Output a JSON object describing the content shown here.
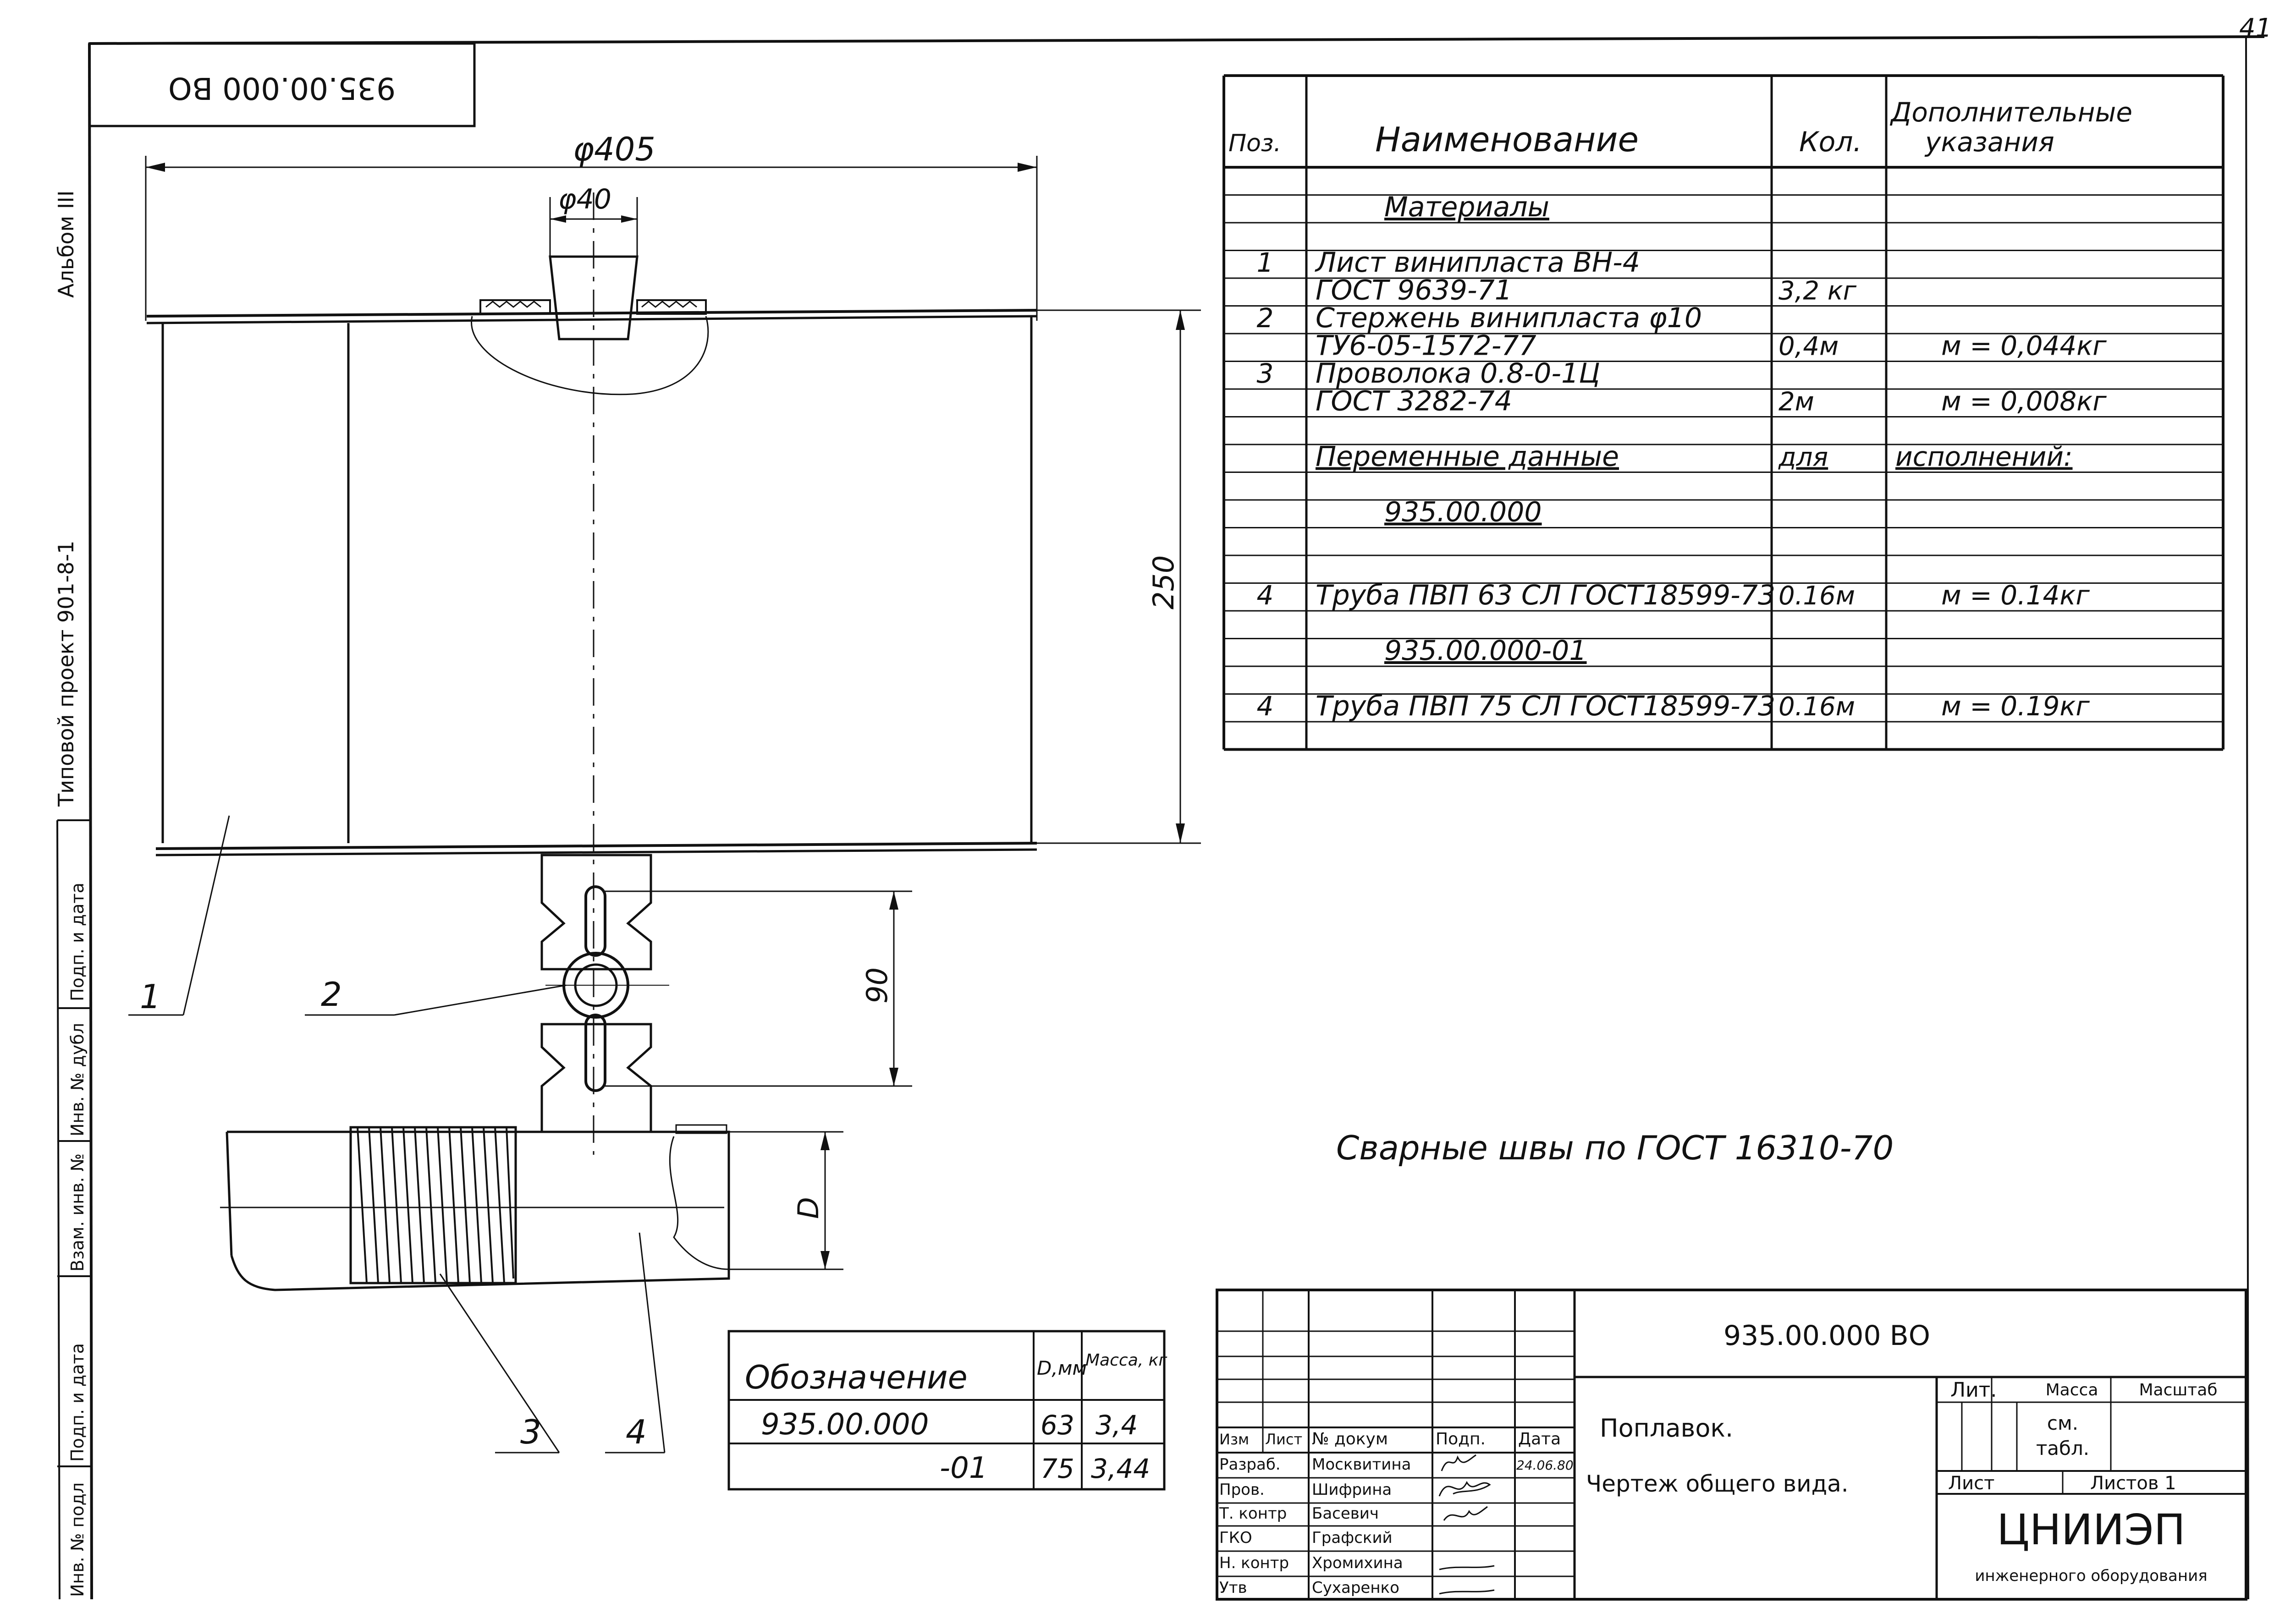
{
  "sheet": {
    "page_number": "41",
    "rotated_code": "935.00.000 ВО",
    "side_text": {
      "album": "Альбом III",
      "project": "Типовой проект 901-8-1",
      "fields": [
        "Подп. и дата",
        "Инв. № дубл",
        "Взам. инв. №",
        "Подп. и дата",
        "Инв. № подл"
      ]
    }
  },
  "drawing": {
    "dim_outer": "φ405",
    "dim_inner": "φ40",
    "dim_height": "250",
    "dim_link": "90",
    "dim_pipe": "D",
    "callouts": [
      "1",
      "2",
      "3",
      "4"
    ]
  },
  "spec_table": {
    "headers": [
      "Поз.",
      "Наименование",
      "Кол.",
      "Дополнительные указания"
    ],
    "rows": [
      {
        "pos": "",
        "name": "",
        "qty": "",
        "note": ""
      },
      {
        "pos": "",
        "name": "Материалы",
        "qty": "",
        "note": "",
        "style": "section"
      },
      {
        "pos": "",
        "name": "",
        "qty": "",
        "note": ""
      },
      {
        "pos": "1",
        "name": "Лист винипласта ВН-4",
        "qty": "",
        "note": ""
      },
      {
        "pos": "",
        "name": "ГОСТ 9639-71",
        "qty": "3,2 кг",
        "note": ""
      },
      {
        "pos": "2",
        "name": "Стержень винипласта φ10",
        "qty": "",
        "note": ""
      },
      {
        "pos": "",
        "name": "ТУ6-05-1572-77",
        "qty": "0,4м",
        "note": "м = 0,044кг"
      },
      {
        "pos": "3",
        "name": "Проволока 0.8-0-1Ц",
        "qty": "",
        "note": ""
      },
      {
        "pos": "",
        "name": "ГОСТ 3282-74",
        "qty": "2м",
        "note": "м = 0,008кг"
      },
      {
        "pos": "",
        "name": "",
        "qty": "",
        "note": ""
      },
      {
        "pos": "",
        "name": "Переменные данные",
        "qty": "для",
        "note": "исполнений:",
        "style": "underline"
      },
      {
        "pos": "",
        "name": "",
        "qty": "",
        "note": ""
      },
      {
        "pos": "",
        "name": "935.00.000",
        "qty": "",
        "note": "",
        "style": "section"
      },
      {
        "pos": "",
        "name": "",
        "qty": "",
        "note": ""
      },
      {
        "pos": "",
        "name": "",
        "qty": "",
        "note": ""
      },
      {
        "pos": "4",
        "name": "Труба ПВП 63 СЛ ГОСТ18599-73",
        "qty": "0.16м",
        "note": "м = 0.14кг"
      },
      {
        "pos": "",
        "name": "",
        "qty": "",
        "note": ""
      },
      {
        "pos": "",
        "name": "935.00.000-01",
        "qty": "",
        "note": "",
        "style": "section"
      },
      {
        "pos": "",
        "name": "",
        "qty": "",
        "note": ""
      },
      {
        "pos": "4",
        "name": "Труба ПВП 75 СЛ ГОСТ18599-73",
        "qty": "0.16м",
        "note": "м = 0.19кг"
      },
      {
        "pos": "",
        "name": "",
        "qty": "",
        "note": ""
      }
    ]
  },
  "weld_note": "Сварные швы по ГОСТ 16310-70",
  "variants_table": {
    "headers": [
      "Обозначение",
      "D,мм",
      "Масса, кг"
    ],
    "rows": [
      {
        "designation": "935.00.000",
        "d": "63",
        "mass": "3,4"
      },
      {
        "designation": "-01",
        "d": "75",
        "mass": "3,44"
      }
    ]
  },
  "title_block": {
    "code": "935.00.000 ВО",
    "title": "Поплавок.",
    "subtitle": "Чертеж общего вида.",
    "col_headers": [
      "Изм",
      "Лист",
      "№ докум",
      "Подп.",
      "Дата"
    ],
    "staff": [
      {
        "role": "Разраб.",
        "name": "Москвитина",
        "date": "24.06.80"
      },
      {
        "role": "Пров.",
        "name": "Шифрина",
        "date": ""
      },
      {
        "role": "Т. контр",
        "name": "Басевич",
        "date": ""
      },
      {
        "role": "ГКО",
        "name": "Графский",
        "date": ""
      },
      {
        "role": "Н. контр",
        "name": "Хромихина",
        "date": ""
      },
      {
        "role": "Утв",
        "name": "Сухаренко",
        "date": ""
      }
    ],
    "lit_label": "Лит.",
    "mass_label": "Масса",
    "scale_label": "Масштаб",
    "mass_value_1": "см.",
    "mass_value_2": "табл.",
    "sheet_label": "Лист",
    "sheets_label": "Листов 1",
    "org_name": "ЦНИИЭП",
    "org_subtitle": "инженерного оборудования"
  }
}
